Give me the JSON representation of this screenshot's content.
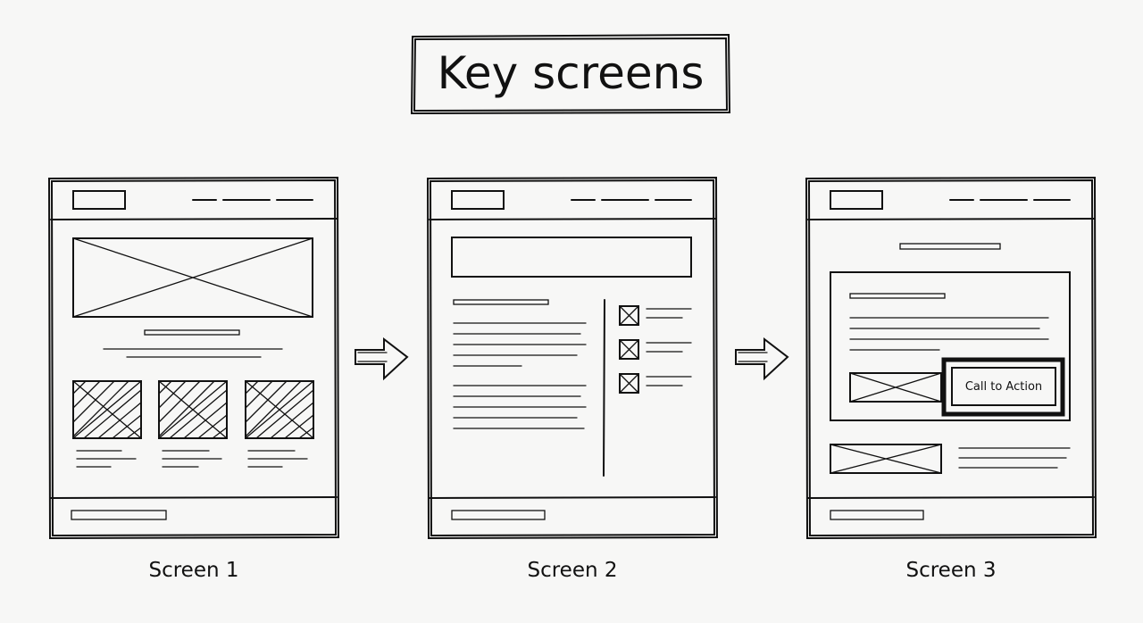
{
  "title": "Key screens",
  "screens": [
    {
      "caption": "Screen 1"
    },
    {
      "caption": "Screen 2"
    },
    {
      "caption": "Screen 3",
      "cta_label": "Call to Action"
    }
  ]
}
